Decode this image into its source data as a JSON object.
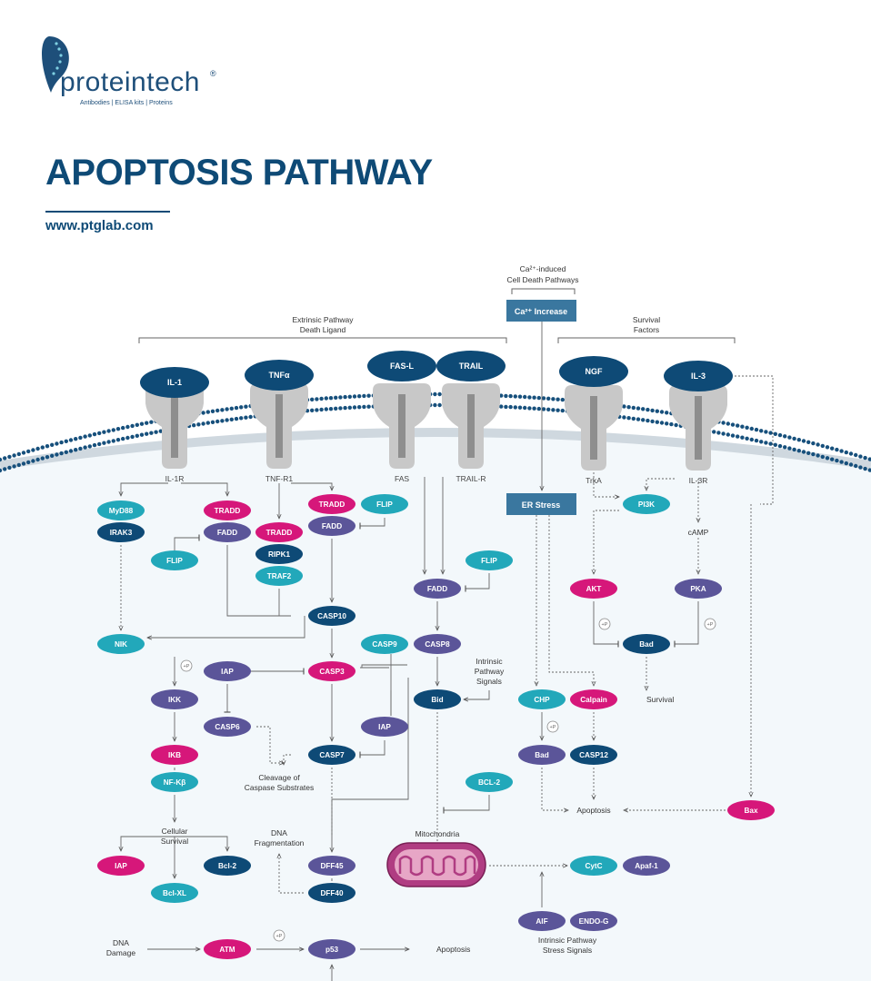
{
  "brand": {
    "name": "proteintech",
    "tagline": "Antibodies  |  ELISA kits  |  Proteins",
    "registered": "®"
  },
  "title": "APOPTOSIS PATHWAY",
  "url": "www.ptglab.com",
  "colors": {
    "navy": "#0e4a76",
    "teal": "#22a8ba",
    "magenta": "#d6177a",
    "purple": "#5b5599",
    "receptor": "#c8c8c8",
    "box": "#3a779f",
    "mito": "#b03d82"
  },
  "headers": {
    "ca_title_1": "Ca²⁺-induced",
    "ca_title_2": "Cell Death Pathways",
    "extrinsic_1": "Extrinsic Pathway",
    "extrinsic_2": "Death Ligand",
    "survival_1": "Survival",
    "survival_2": "Factors"
  },
  "boxes": {
    "ca_increase": "Ca²⁺ Increase",
    "er_stress": "ER Stress"
  },
  "ligands": {
    "il1": "IL-1",
    "tnfa": "TNFα",
    "fasl": "FAS-L",
    "trail": "TRAIL",
    "ngf": "NGF",
    "il3": "IL-3"
  },
  "receptors": {
    "il1r": "IL-1R",
    "tnfr1": "TNF-R1",
    "fas": "FAS",
    "trailr": "TRAIL-R",
    "trka": "TrkA",
    "il3r": "IL-3R"
  },
  "nodes": {
    "myd88": "MyD88",
    "irak3": "IRAK3",
    "tradd_a": "TRADD",
    "fadd_a": "FADD",
    "flip_a": "FLIP",
    "tradd_b": "TRADD",
    "ripk1": "RIPK1",
    "traf2": "TRAF2",
    "tradd_c": "TRADD",
    "fadd_c": "FADD",
    "flip_c": "FLIP",
    "flip_d": "FLIP",
    "fadd_d": "FADD",
    "casp8": "CASP8",
    "casp10": "CASP10",
    "casp9": "CASP9",
    "nik": "NIK",
    "iap_a": "IAP",
    "casp3": "CASP3",
    "bid": "Bid",
    "ikk": "IKK",
    "casp6": "CASP6",
    "iap_b": "IAP",
    "casp7": "CASP7",
    "ikb": "IKB",
    "nfkb": "NF-Kβ",
    "iap_c": "IAP",
    "bcl2_a": "Bcl-2",
    "bclxl": "Bcl-XL",
    "dff45": "DFF45",
    "dff40": "DFF40",
    "atm": "ATM",
    "p53": "p53",
    "bcl2_b": "BCL-2",
    "pi3k": "PI3K",
    "akt": "AKT",
    "pka": "PKA",
    "bad_a": "Bad",
    "chp": "CHP",
    "calpain": "Calpain",
    "bad_b": "Bad",
    "casp12": "CASP12",
    "bax": "Bax",
    "cytc": "CytC",
    "apaf1": "Apaf-1",
    "aif": "AIF",
    "endog": "ENDO-G"
  },
  "labels": {
    "intrinsic_1": "Intrinsic",
    "intrinsic_2": "Pathway",
    "intrinsic_3": "Signals",
    "camp": "cAMP",
    "survival": "Survival",
    "apoptosis_a": "Apoptosis",
    "apoptosis_b": "Apoptosis",
    "cleavage_1": "Cleavage of",
    "cleavage_2": "Caspase Substrates",
    "dnafrag_1": "DNA",
    "dnafrag_2": "Fragmentation",
    "cellsurv_1": "Cellular",
    "cellsurv_2": "Survival",
    "mito": "Mitochondria",
    "dnadmg_1": "DNA",
    "dnadmg_2": "Damage",
    "stress_1": "Intrinsic Pathway",
    "stress_2": "Stress Signals",
    "p": "+P"
  }
}
